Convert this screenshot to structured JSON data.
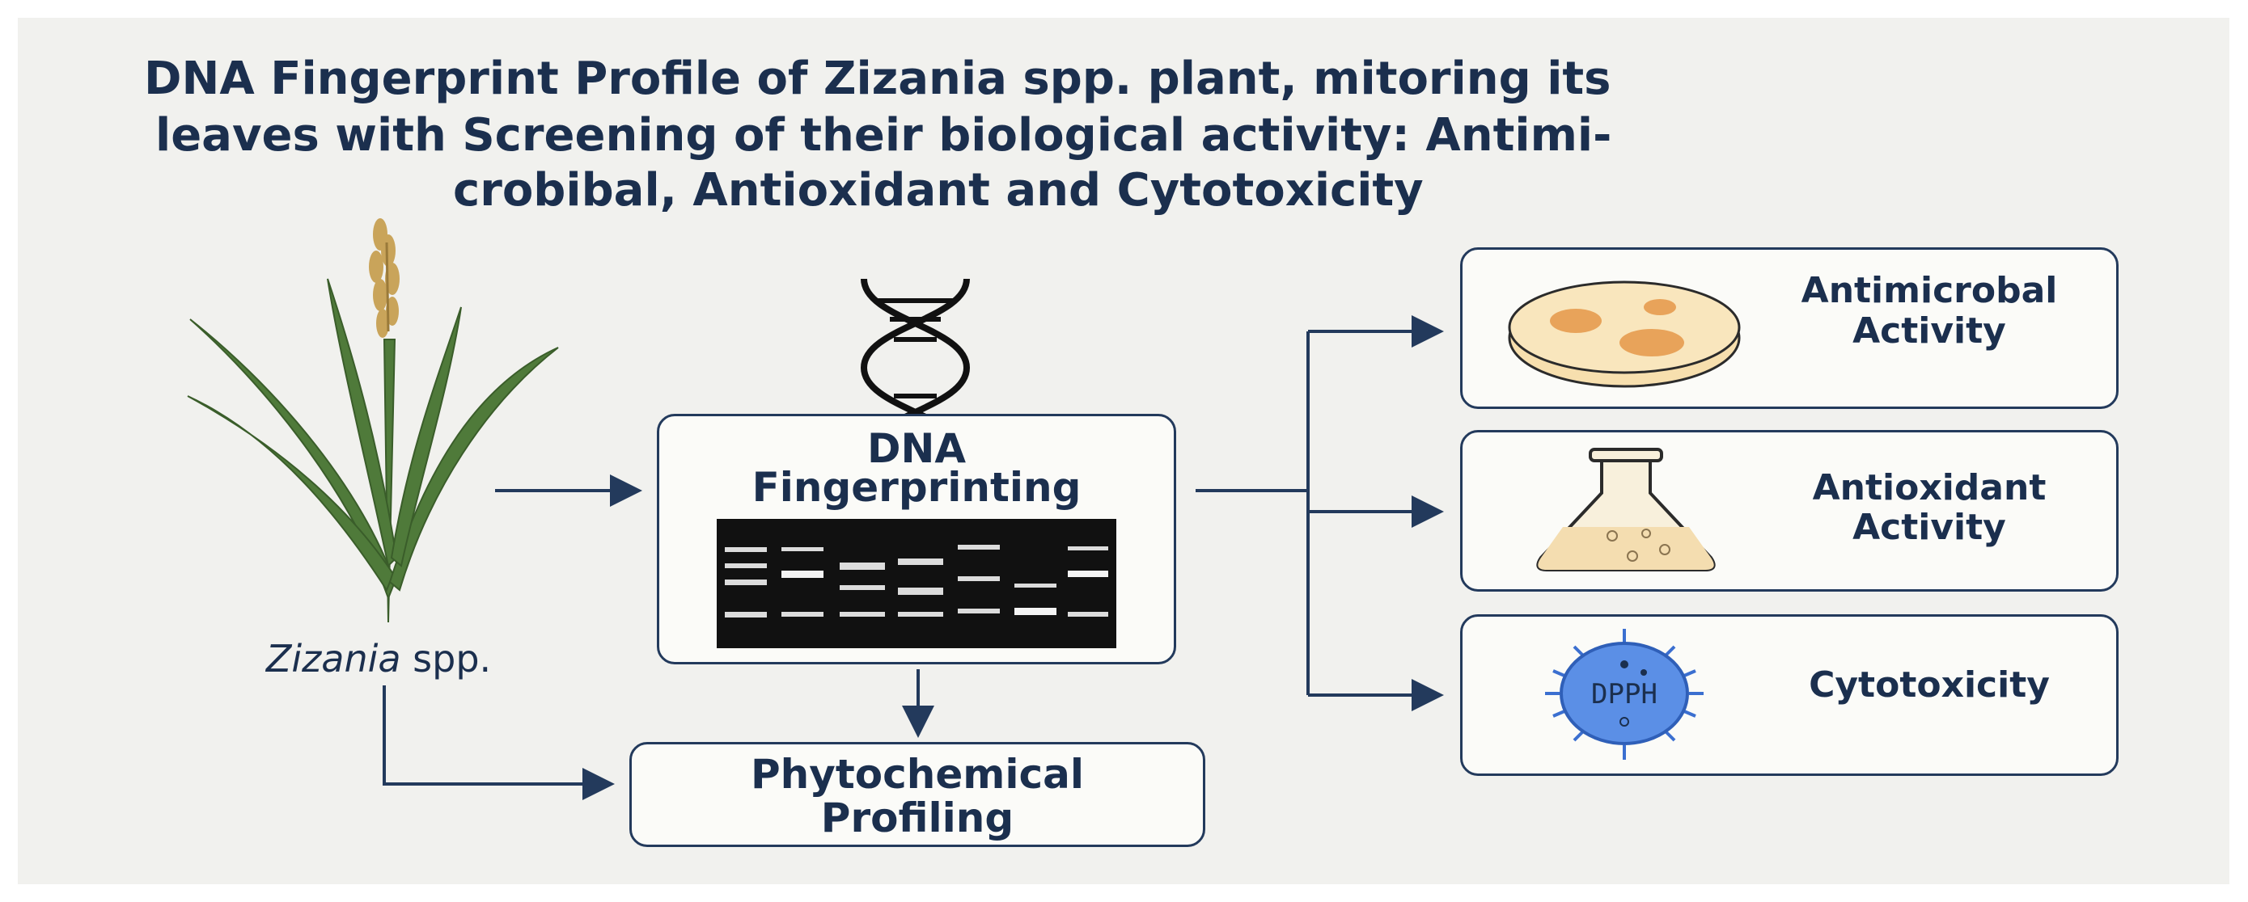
{
  "title": {
    "line1": "DNA Fingerprint Profile of Zizania spp. plant, mitoring its",
    "line2": "leaves with Screening of their biological activity: Antimi-",
    "line3": "crobibal, Antioxidant and Cytotoxicity"
  },
  "plant": {
    "genus": "Zizania",
    "suffix": " spp."
  },
  "dna_box": {
    "line1": "DNA",
    "line2": "Fingerprinting"
  },
  "phyto_box": {
    "line1": "Phytochemical",
    "line2": "Profiling"
  },
  "antimicrobial_box": {
    "line1": "Antimicrobal",
    "line2": "Activity"
  },
  "antioxidant_box": {
    "line1": "Antioxidant",
    "line2": "Activity"
  },
  "cytotoxicity_box": {
    "label": "Cytotoxicity",
    "cell_text": "DPPH"
  },
  "colors": {
    "navy": "#1b2f4e",
    "arrow": "#233a5c",
    "leaf": "#4f7a3a",
    "gel_band": "#e8e8e8",
    "petri_fill": "#f7dfae",
    "cell_blue": "#5b8fe6"
  }
}
